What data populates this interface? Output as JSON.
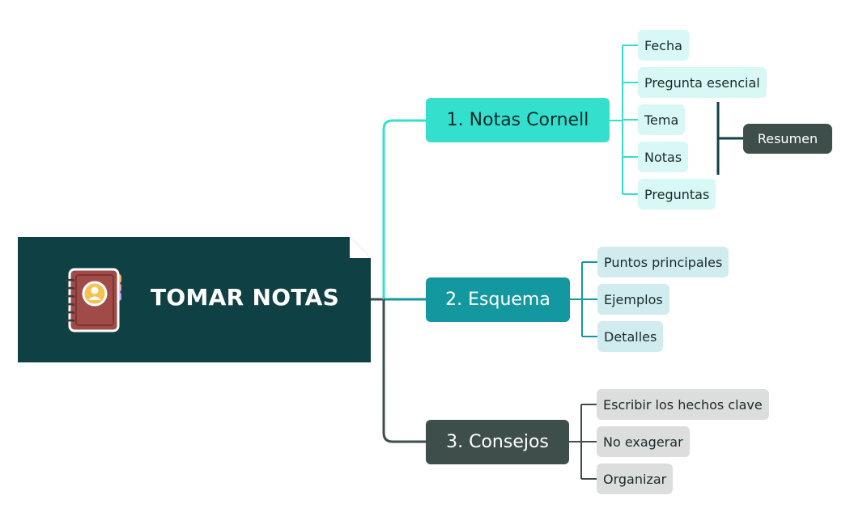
{
  "root": {
    "title": "TOMAR NOTAS",
    "icon": "notebook-icon"
  },
  "colors": {
    "root_bg": "#0f4043",
    "branch1": "#35dfce",
    "branch2": "#14989f",
    "branch3": "#3d4e4b",
    "leaf1": "#d7f8f4",
    "leaf2": "#d0ecee",
    "leaf3": "#dcdedd"
  },
  "branches": [
    {
      "label": "1. Notas Cornell",
      "children": [
        "Fecha",
        "Pregunta esencial",
        "Tema",
        "Notas",
        "Preguntas"
      ],
      "summary": "Resumen"
    },
    {
      "label": "2. Esquema",
      "children": [
        "Puntos principales",
        "Ejemplos",
        "Detalles"
      ]
    },
    {
      "label": "3. Consejos",
      "children": [
        "Escribir los hechos clave",
        "No exagerar",
        "Organizar"
      ]
    }
  ]
}
